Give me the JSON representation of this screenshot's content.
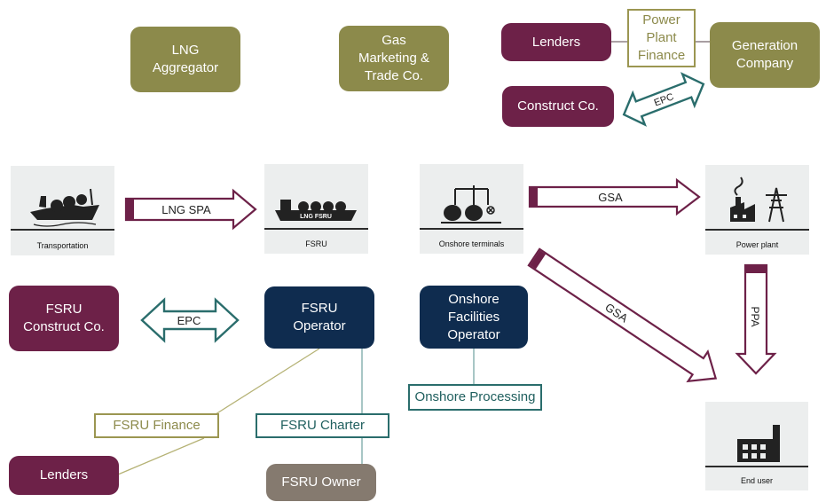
{
  "nodes": {
    "lng_aggregator": "LNG\nAggregator",
    "gas_marketing": "Gas\nMarketing &\nTrade Co.",
    "lenders_top": "Lenders",
    "generation_company": "Generation\nCompany",
    "construct_co": "Construct Co.",
    "fsru_construct_co": "FSRU\nConstruct Co.",
    "fsru_operator": "FSRU\nOperator",
    "onshore_facilities_operator": "Onshore\nFacilities\nOperator",
    "lenders_bottom": "Lenders",
    "fsru_owner": "FSRU Owner"
  },
  "labels": {
    "power_plant_finance": "Power\nPlant\nFinance",
    "fsru_finance": "FSRU Finance",
    "fsru_charter": "FSRU Charter",
    "onshore_processing": "Onshore Processing"
  },
  "arrows": {
    "epc_top": "EPC",
    "lng_spa": "LNG SPA",
    "gsa_horizontal": "GSA",
    "gsa_diagonal": "GSA",
    "epc_left": "EPC",
    "ppa": "PPA"
  },
  "tiles": {
    "transportation": "Transportation",
    "fsru": "FSRU",
    "onshore_terminals": "Onshore terminals",
    "power_plant": "Power plant",
    "end_user": "End user"
  },
  "icons": {
    "transportation": "lng-carrier-ship-icon",
    "fsru": "fsru-vessel-icon",
    "onshore_terminals": "onshore-terminal-tanks-icon",
    "power_plant": "power-plant-icon",
    "end_user": "factory-icon"
  },
  "fsru_ship_text": "LNG FSRU",
  "colors": {
    "olive": "#8c8a4b",
    "maroon": "#6d2148",
    "navy": "#0f2c4f",
    "teal": "#2a6d6c",
    "taupe": "#857a6f",
    "arrow_maroon": "#6d2148",
    "tile_bg": "#eceeee"
  }
}
